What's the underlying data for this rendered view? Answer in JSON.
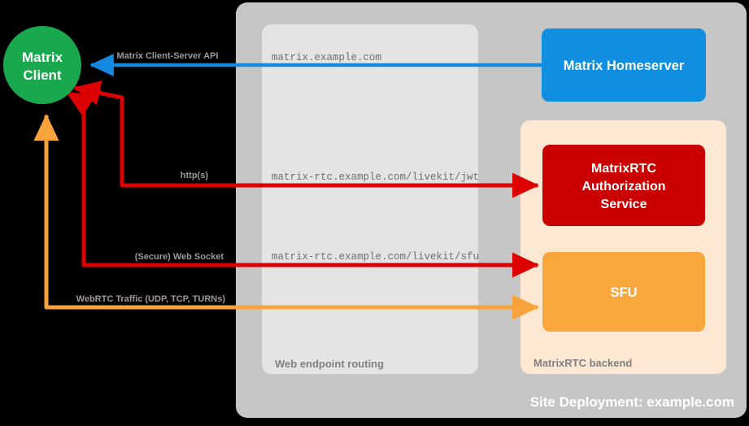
{
  "diagram": {
    "title": "Site Deployment: example.com",
    "background_color": "#000000",
    "site_panel": {
      "label": "Site Deployment: example.com",
      "color": "#c6c6c6"
    },
    "panels": [
      {
        "id": "web-endpoint-routing",
        "label": "Web endpoint routing",
        "color": "#e4e4e4"
      },
      {
        "id": "matrixrtc-backend",
        "label": "MatrixRTC backend",
        "color": "#fde8d3"
      }
    ],
    "nodes": [
      {
        "id": "matrix-client",
        "label_line1": "Matrix",
        "label_line2": "Client",
        "shape": "circle",
        "color": "#1aa84f"
      },
      {
        "id": "matrix-homeserver",
        "label": "Matrix Homeserver",
        "shape": "rounded-rect",
        "color": "#108ee0"
      },
      {
        "id": "matrixrtc-authorization-service",
        "label_line1": "MatrixRTC",
        "label_line2": "Authorization",
        "label_line3": "Service",
        "shape": "rounded-rect",
        "color": "#ca0000"
      },
      {
        "id": "sfu",
        "label": "SFU",
        "shape": "rounded-rect",
        "color": "#f8a73c"
      }
    ],
    "connections": [
      {
        "id": "matrix-client-server-api",
        "label": "Matrix Client-Server API",
        "endpoint": "matrix.example.com",
        "color": "#1589e0",
        "from": "matrix-homeserver",
        "to": "matrix-client"
      },
      {
        "id": "livekit-jwt",
        "label": "http(s)",
        "endpoint": "matrix-rtc.example.com/livekit/jwt",
        "color": "#dd0000",
        "from": "matrix-client",
        "to": "matrixrtc-authorization-service"
      },
      {
        "id": "livekit-sfu",
        "label": "(Secure) Web Socket",
        "endpoint": "matrix-rtc.example.com/livekit/sfu",
        "color": "#dd0000",
        "from": "matrix-client",
        "to": "sfu"
      },
      {
        "id": "webrtc-traffic",
        "label": "WebRTC Traffic (UDP, TCP, TURNs)",
        "endpoint": "",
        "color": "#f9a33c",
        "from": "matrix-client",
        "to": "sfu"
      }
    ]
  }
}
